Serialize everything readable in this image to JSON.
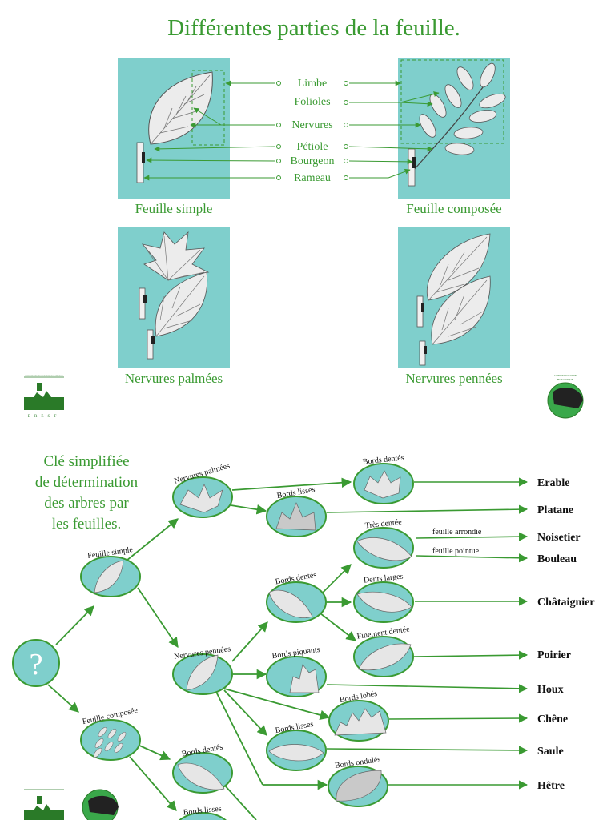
{
  "colors": {
    "green": "#3a9a32",
    "panel": "#7fcfcc",
    "leaf": "#e8e8e8",
    "oval": "#7fcfcc"
  },
  "page1": {
    "title": "Différentes parties de la feuille.",
    "part_labels": [
      "Limbe",
      "Folioles",
      "Nervures",
      "Pétiole",
      "Bourgeon",
      "Rameau"
    ],
    "captions": {
      "simple": "Feuille simple",
      "composee": "Feuille composée",
      "palmees": "Nervures palmées",
      "pennees": "Nervures pennées"
    },
    "logo_left_text": "BREST",
    "logo_left_header": "CONSERVATOIRE BOTANIQUE NATIONAL",
    "logo_right_lines": [
      "CONSERVATOIRE",
      "BOTANIQUE",
      "NATIONAL",
      "DE BREST"
    ]
  },
  "page2": {
    "title_lines": [
      "Clé simplifiée",
      "de détermination",
      "des arbres par",
      "les feuilles."
    ],
    "question": "?",
    "nodes": {
      "feuille_simple": "Feuille simple",
      "feuille_composee": "Feuille composée",
      "nervures_palmees": "Nervures palmées",
      "nervures_pennees": "Nervures pennées",
      "palm_dentes": "Bords dentés",
      "palm_lisses": "Bords lisses",
      "pen_dentes": "Bords dentés",
      "tres_dentee": "Très dentée",
      "dents_larges": "Dents larges",
      "finement_dentee": "Finement dentée",
      "bords_piquants": "Bords piquants",
      "bords_lobes": "Bords lobés",
      "pen_lisses": "Bords lisses",
      "bords_ondules": "Bords ondulés",
      "comp_dentes": "Bords dentés",
      "comp_lisses": "Bords lisses"
    },
    "sublabels": {
      "arrondie": "feuille arrondie",
      "pointue": "feuille pointue"
    },
    "trees": [
      "Erable",
      "Platane",
      "Noisetier",
      "Bouleau",
      "Châtaignier",
      "Poirier",
      "Houx",
      "Chêne",
      "Saule",
      "Hêtre"
    ]
  }
}
